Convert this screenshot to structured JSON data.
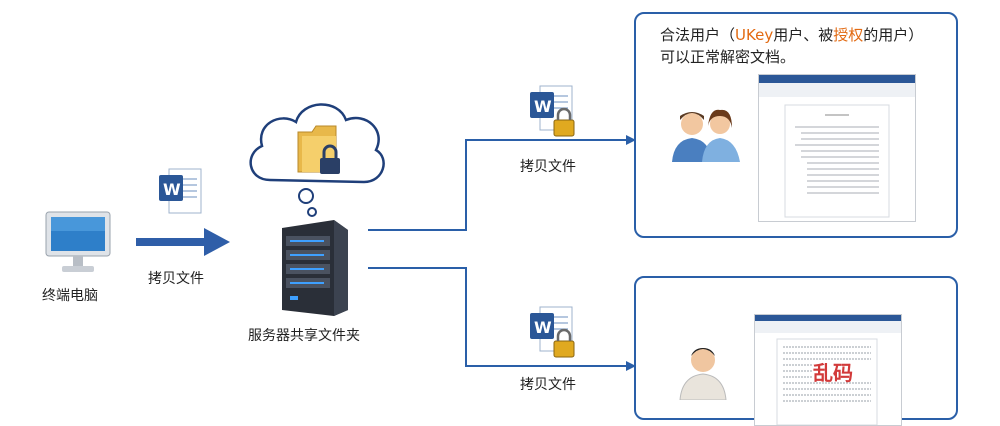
{
  "labels": {
    "terminal": "终端电脑",
    "copy_left": "拷贝文件",
    "server": "服务器共享文件夹",
    "copy_top": "拷贝文件",
    "copy_bottom": "拷贝文件"
  },
  "legit_panel": {
    "line1_pre": "合法用户（",
    "line1_ukey": "UKey",
    "line1_mid": "用户、被",
    "line1_auth": "授权",
    "line1_post": "的用户）",
    "line2": "可以正常解密文档。"
  },
  "illegal_panel": {
    "garbled_text": "乱码"
  },
  "colors": {
    "accent": "#e26a12",
    "panel_border": "#2a5fa8",
    "arrow": "#2f5ea8",
    "connector": "#2a5fa8",
    "garbled": "#d23a3a"
  },
  "icons": [
    "monitor-icon",
    "word-doc-icon",
    "cloud-icon",
    "folder-lock-icon",
    "server-icon",
    "users-icon",
    "person-icon"
  ]
}
